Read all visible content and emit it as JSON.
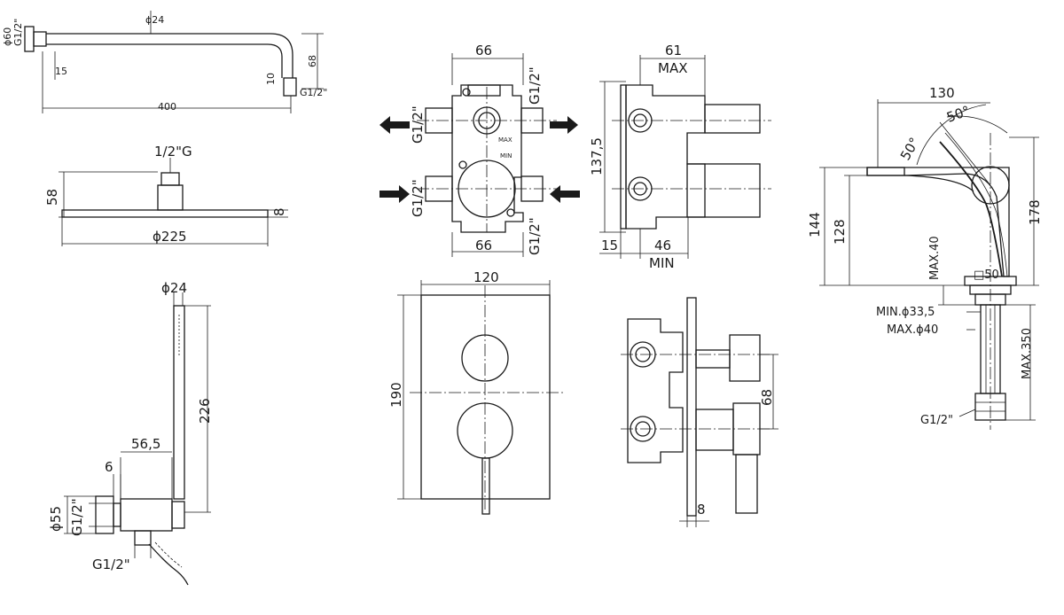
{
  "shower_arm": {
    "dia_60": "ϕ60",
    "thread_left": "G1/2\"",
    "dia_24": "ϕ24",
    "dim_15": "15",
    "length_400": "400",
    "drop_68": "68",
    "dim_10": "10",
    "thread_right": "G1/2\""
  },
  "shower_head": {
    "thread": "1/2\"G",
    "height_58": "58",
    "thickness_8": "8",
    "dia_225": "ϕ225"
  },
  "hand_shower": {
    "dia_24": "ϕ24",
    "length_226": "226",
    "dim_56_5": "56,5",
    "dim_6": "6",
    "dia_55": "ϕ55",
    "thread_inlet": "G1/2\"",
    "thread_outlet": "G1/2\""
  },
  "valve_front": {
    "width_top": "66",
    "width_bottom": "66",
    "thread_tl": "G1/2\"",
    "thread_tr": "G1/2\"",
    "thread_bl": "G1/2\"",
    "thread_br": "G1/2\"",
    "max_mark": "MAX",
    "min_mark": "MIN"
  },
  "valve_side": {
    "depth_61": "61",
    "max_label": "MAX",
    "height_137_5": "137,5",
    "dim_15": "15",
    "dim_46": "46",
    "min_label": "MIN"
  },
  "cover_plate": {
    "width_120": "120",
    "height_190": "190"
  },
  "assembly_side": {
    "dim_68": "68",
    "dim_8": "8"
  },
  "basin_mixer": {
    "spout_130": "130",
    "angle_right": "50°",
    "angle_left": "50°",
    "height_144": "144",
    "height_128": "128",
    "height_178": "178",
    "max_40": "MAX.40",
    "base_50": "□50",
    "min_hole": "MIN.ϕ33,5",
    "max_hole": "MAX.ϕ40",
    "max_350": "MAX.350",
    "thread": "G1/2\""
  }
}
